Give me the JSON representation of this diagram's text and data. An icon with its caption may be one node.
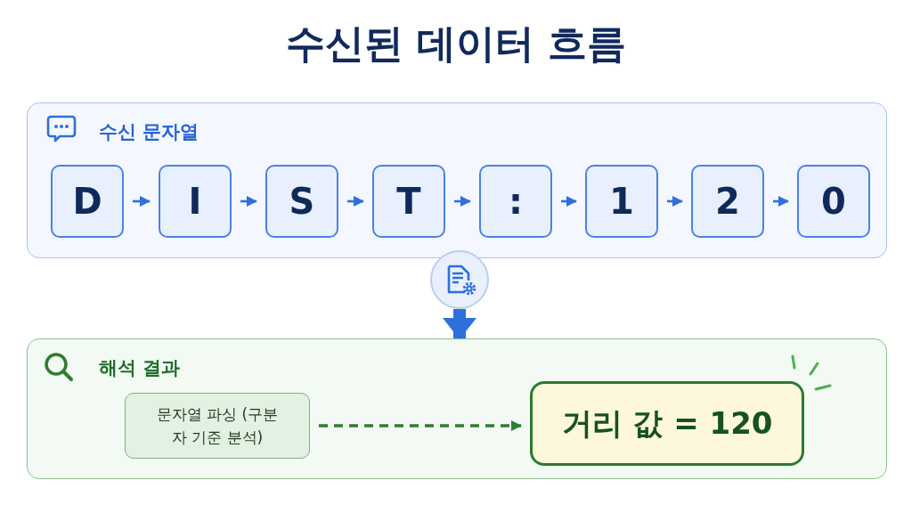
{
  "diagram": {
    "title": "수신된 데이터 흐름",
    "nodes": [
      {
        "text": [
          "수신 문자열"
        ]
      },
      {
        "text": [
          "D"
        ],
        "in": 0
      },
      {
        "text": [
          "I"
        ],
        "in": 0
      },
      {
        "text": [
          "S"
        ],
        "in": 0
      },
      {
        "text": [
          "T"
        ],
        "in": 0
      },
      {
        "text": [
          ":"
        ],
        "in": 0
      },
      {
        "text": [
          "1"
        ],
        "in": 0
      },
      {
        "text": [
          "2"
        ],
        "in": 0
      },
      {
        "text": [
          "0"
        ],
        "in": 0
      },
      {
        "text": [],
        "shape": "circle"
      },
      {
        "text": [
          "해석 결과"
        ]
      },
      {
        "text": [
          "문자열 파싱 (구분자 기준 분석)"
        ],
        "in": 10
      },
      {
        "text": [
          "거리 값 = 120"
        ],
        "in": 10
      }
    ],
    "edges": [
      {
        "from": 1,
        "to": 2,
        "arrow": "to"
      },
      {
        "from": 2,
        "to": 3,
        "arrow": "to"
      },
      {
        "from": 3,
        "to": 4,
        "arrow": "to"
      },
      {
        "from": 4,
        "to": 5,
        "arrow": "to"
      },
      {
        "from": 5,
        "to": 6,
        "arrow": "to"
      },
      {
        "from": 6,
        "to": 7,
        "arrow": "to"
      },
      {
        "from": 7,
        "to": 8,
        "arrow": "to"
      },
      {
        "from": 9,
        "to": 10,
        "arrow": "to",
        "style": "thick"
      },
      {
        "from": 11,
        "to": 12,
        "arrow": "to",
        "style": "dashed",
        "color": "#2e7d32"
      }
    ]
  }
}
